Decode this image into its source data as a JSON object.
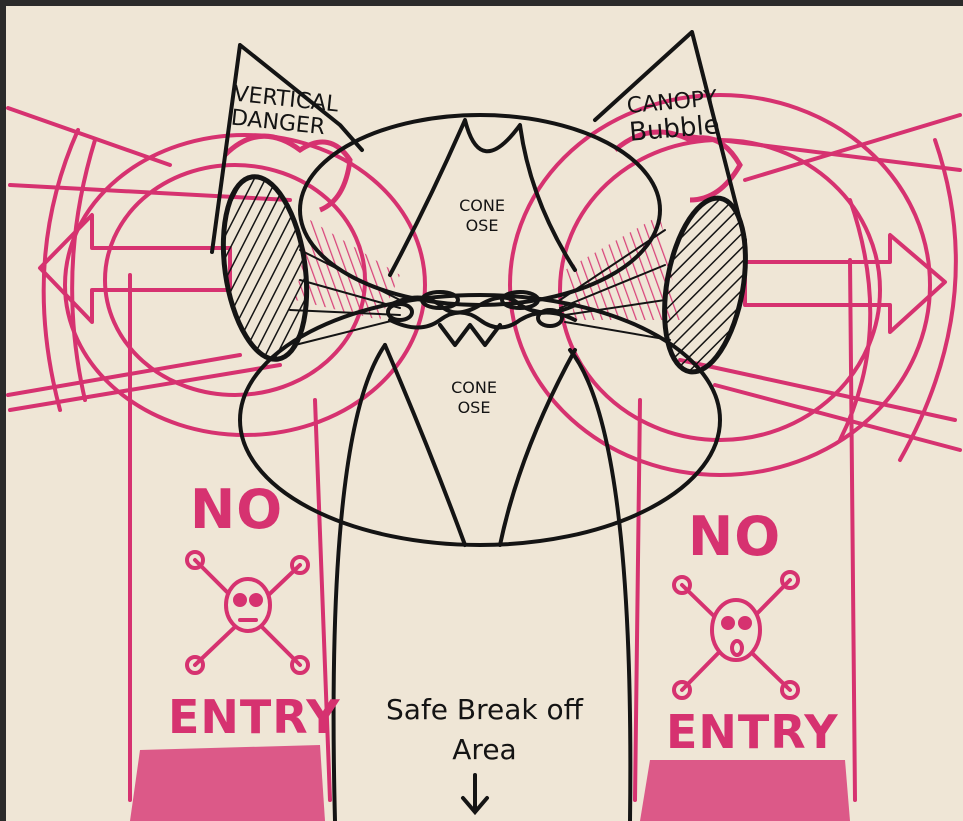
{
  "labels": {
    "vertical_danger_line1": "VERTICAL",
    "vertical_danger_line2": "DANGER",
    "canopy_bubble_line1": "CANOPY",
    "canopy_bubble_line2": "Bubble",
    "cone_ose_top_line1": "CONE",
    "cone_ose_top_line2": "OSE",
    "cone_ose_bottom_line1": "CONE",
    "cone_ose_bottom_line2": "OSE",
    "no_entry_left_top": "NO",
    "no_entry_left_bottom": "ENTRY",
    "no_entry_right_top": "NO",
    "no_entry_right_bottom": "ENTRY",
    "safe_break_line1": "Safe Break off",
    "safe_break_line2": "Area"
  },
  "colors": {
    "board": "#efe6d6",
    "pink_marker": "#d63270",
    "black_marker": "#141414"
  },
  "icons": {
    "left_danger": "skull-crossbones-icon",
    "right_danger": "skull-crossbones-icon",
    "left_arrow": "arrow-left-icon",
    "right_arrow": "arrow-right-icon",
    "down_arrow": "arrow-down-icon"
  }
}
